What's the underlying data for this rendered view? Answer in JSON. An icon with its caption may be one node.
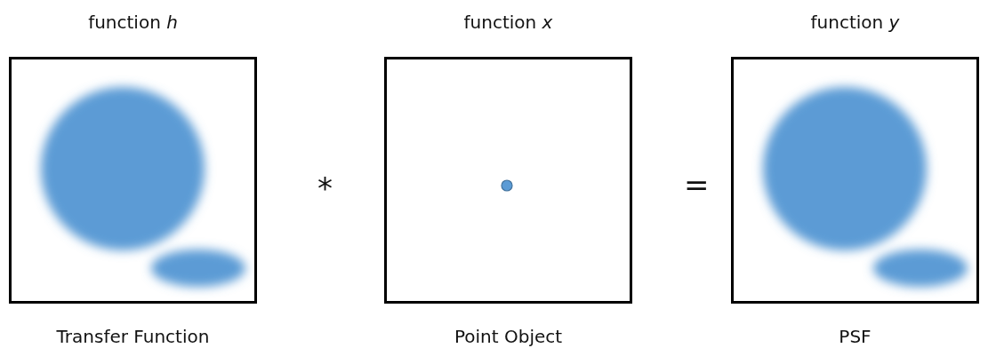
{
  "diagram": {
    "nodes": [
      {
        "text": [
          "function *h*"
        ],
        "beside": [
          "Transfer Function"
        ]
      },
      {
        "text": [
          "function *x*"
        ],
        "beside": [
          "Point Object"
        ]
      },
      {
        "text": [
          "function *y*"
        ],
        "beside": [
          "PSF"
        ]
      }
    ],
    "labels": [
      "*",
      "="
    ]
  }
}
